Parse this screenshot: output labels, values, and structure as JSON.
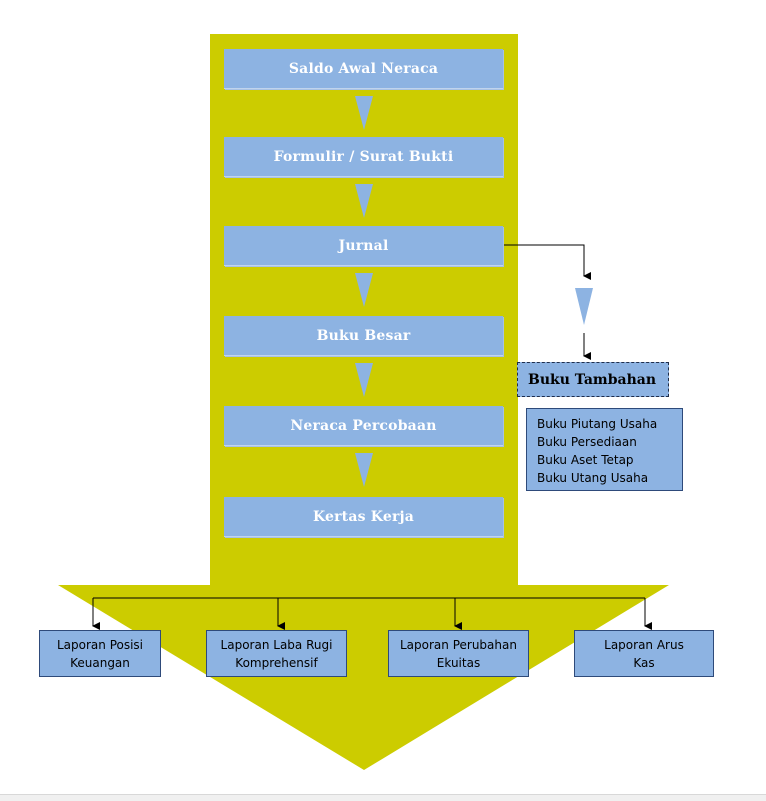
{
  "colors": {
    "flow_background": "#cccc00",
    "box_fill": "#8db3e2",
    "box_border": "#2e4a7a",
    "step_text": "#ffffff",
    "line": "#000000"
  },
  "main_flow": [
    {
      "label": "Saldo Awal Neraca"
    },
    {
      "label": "Formulir / Surat Bukti"
    },
    {
      "label": "Jurnal"
    },
    {
      "label": "Buku Besar"
    },
    {
      "label": "Neraca Percobaan"
    },
    {
      "label": "Kertas Kerja"
    }
  ],
  "side_branch": {
    "title": "Buku Tambahan",
    "items": [
      "Buku Piutang Usaha",
      "Buku Persediaan",
      "Buku Aset Tetap",
      "Buku Utang Usaha"
    ]
  },
  "reports": [
    {
      "line1": "Laporan Posisi",
      "line2": "Keuangan"
    },
    {
      "line1": "Laporan Laba Rugi",
      "line2": "Komprehensif"
    },
    {
      "line1": "Laporan Perubahan",
      "line2": "Ekuitas"
    },
    {
      "line1": "Laporan Arus",
      "line2": "Kas"
    }
  ]
}
